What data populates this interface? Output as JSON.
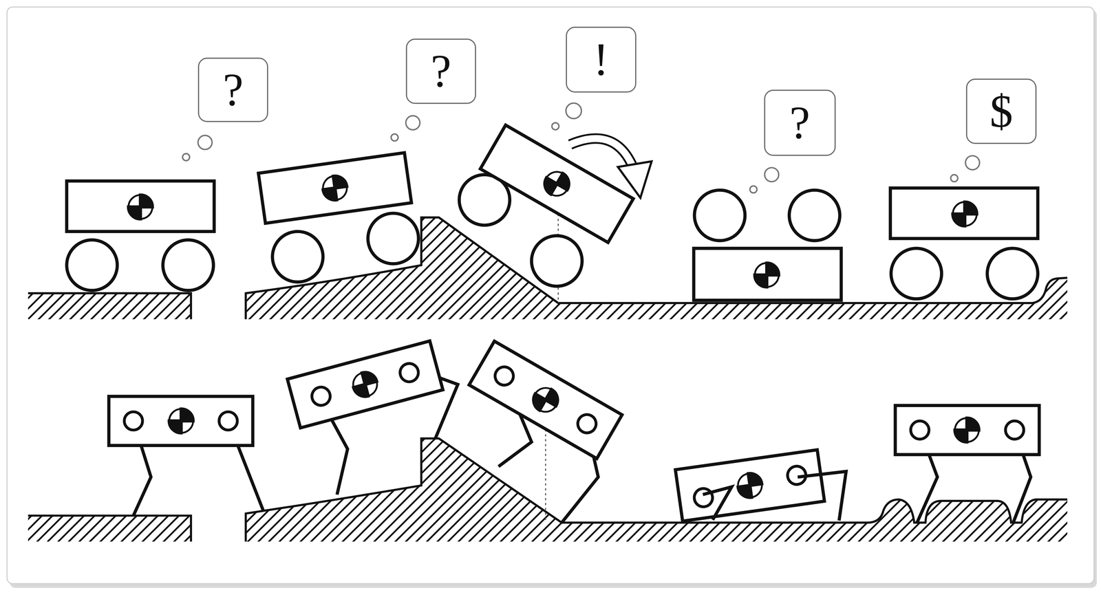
{
  "diagram": {
    "nodes": [
      {
        "text": [
          "?"
        ]
      },
      {
        "text": [
          "?"
        ]
      },
      {
        "text": [
          "!"
        ]
      },
      {
        "text": [
          "?"
        ]
      },
      {
        "text": [
          "$"
        ]
      }
    ]
  }
}
